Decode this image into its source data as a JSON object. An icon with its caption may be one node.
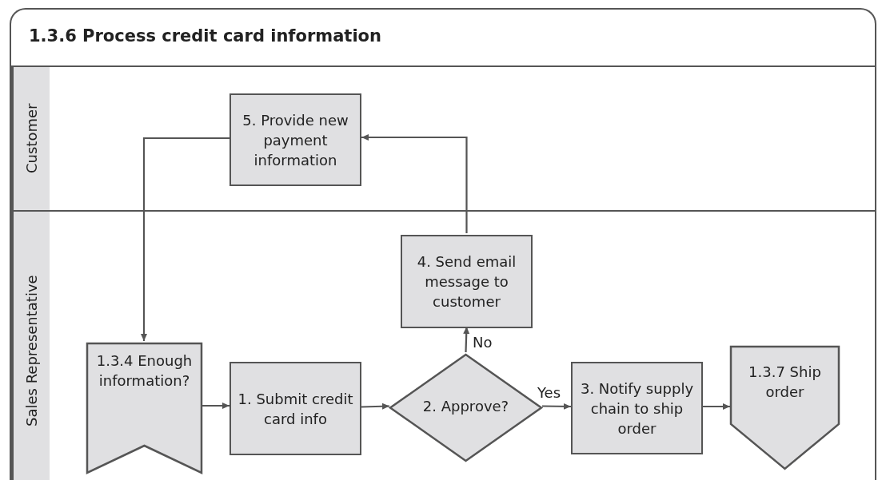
{
  "diagram": {
    "title": "1.3.6 Process credit card information",
    "nodes": [
      {
        "text": [
          "Customer"
        ]
      },
      {
        "text": [
          "Sales Representative"
        ]
      },
      {
        "text": [
          "5. Provide new payment information"
        ],
        "in": 0
      },
      {
        "text": [
          "4. Send email message to customer"
        ],
        "in": 1
      },
      {
        "text": [
          "1.3.4 Enough information?"
        ],
        "in": 1
      },
      {
        "text": [
          "1. Submit credit card info"
        ],
        "in": 1
      },
      {
        "text": [
          "2. Approve?"
        ],
        "in": 1
      },
      {
        "text": [
          "3. Notify supply chain to ship order"
        ],
        "in": 1
      },
      {
        "text": [
          "1.3.7 Ship order"
        ],
        "in": 1
      }
    ],
    "edges": [
      {
        "from": 2,
        "to": 4,
        "arrow": "to"
      },
      {
        "from": 3,
        "to": 2,
        "arrow": "to"
      },
      {
        "from": 6,
        "to": 3,
        "label": "No",
        "arrow": "to"
      },
      {
        "from": 4,
        "to": 5,
        "arrow": "to"
      },
      {
        "from": 5,
        "to": 6,
        "arrow": "to"
      },
      {
        "from": 6,
        "to": 7,
        "label": "Yes",
        "arrow": "to"
      },
      {
        "from": 7,
        "to": 8,
        "arrow": "to"
      }
    ]
  }
}
